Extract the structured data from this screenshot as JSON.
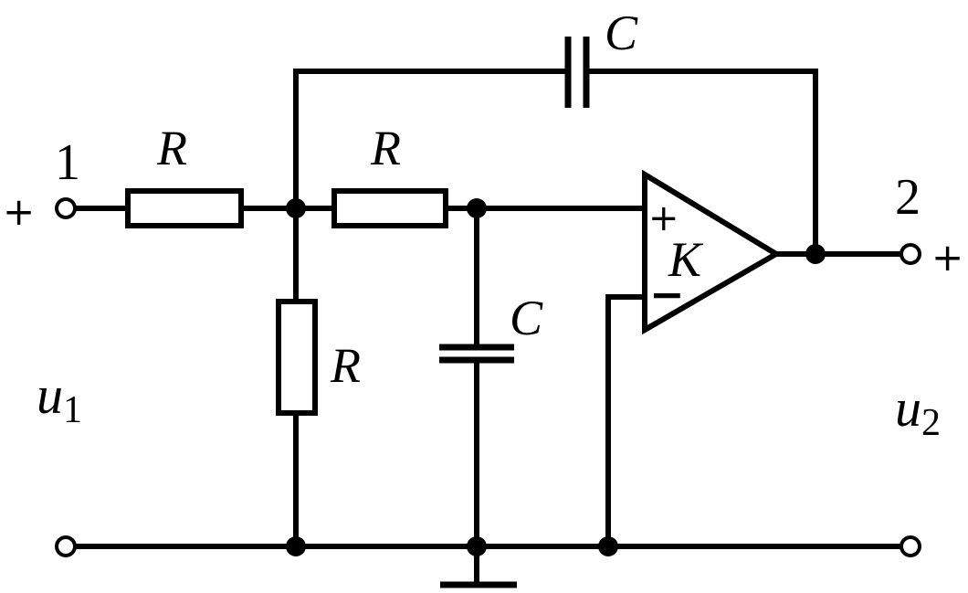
{
  "labels": {
    "cap_top": "C",
    "cap_mid": "C",
    "res_left": "R",
    "res_mid": "R",
    "res_vertical": "R",
    "gain": "K",
    "port_in": "1",
    "port_out": "2",
    "u1_var": "u",
    "u1_sub": "1",
    "u2_var": "u",
    "u2_sub": "2",
    "plus_in": "+",
    "plus_out": "+",
    "opamp_plus": "+",
    "opamp_minus": "−"
  }
}
